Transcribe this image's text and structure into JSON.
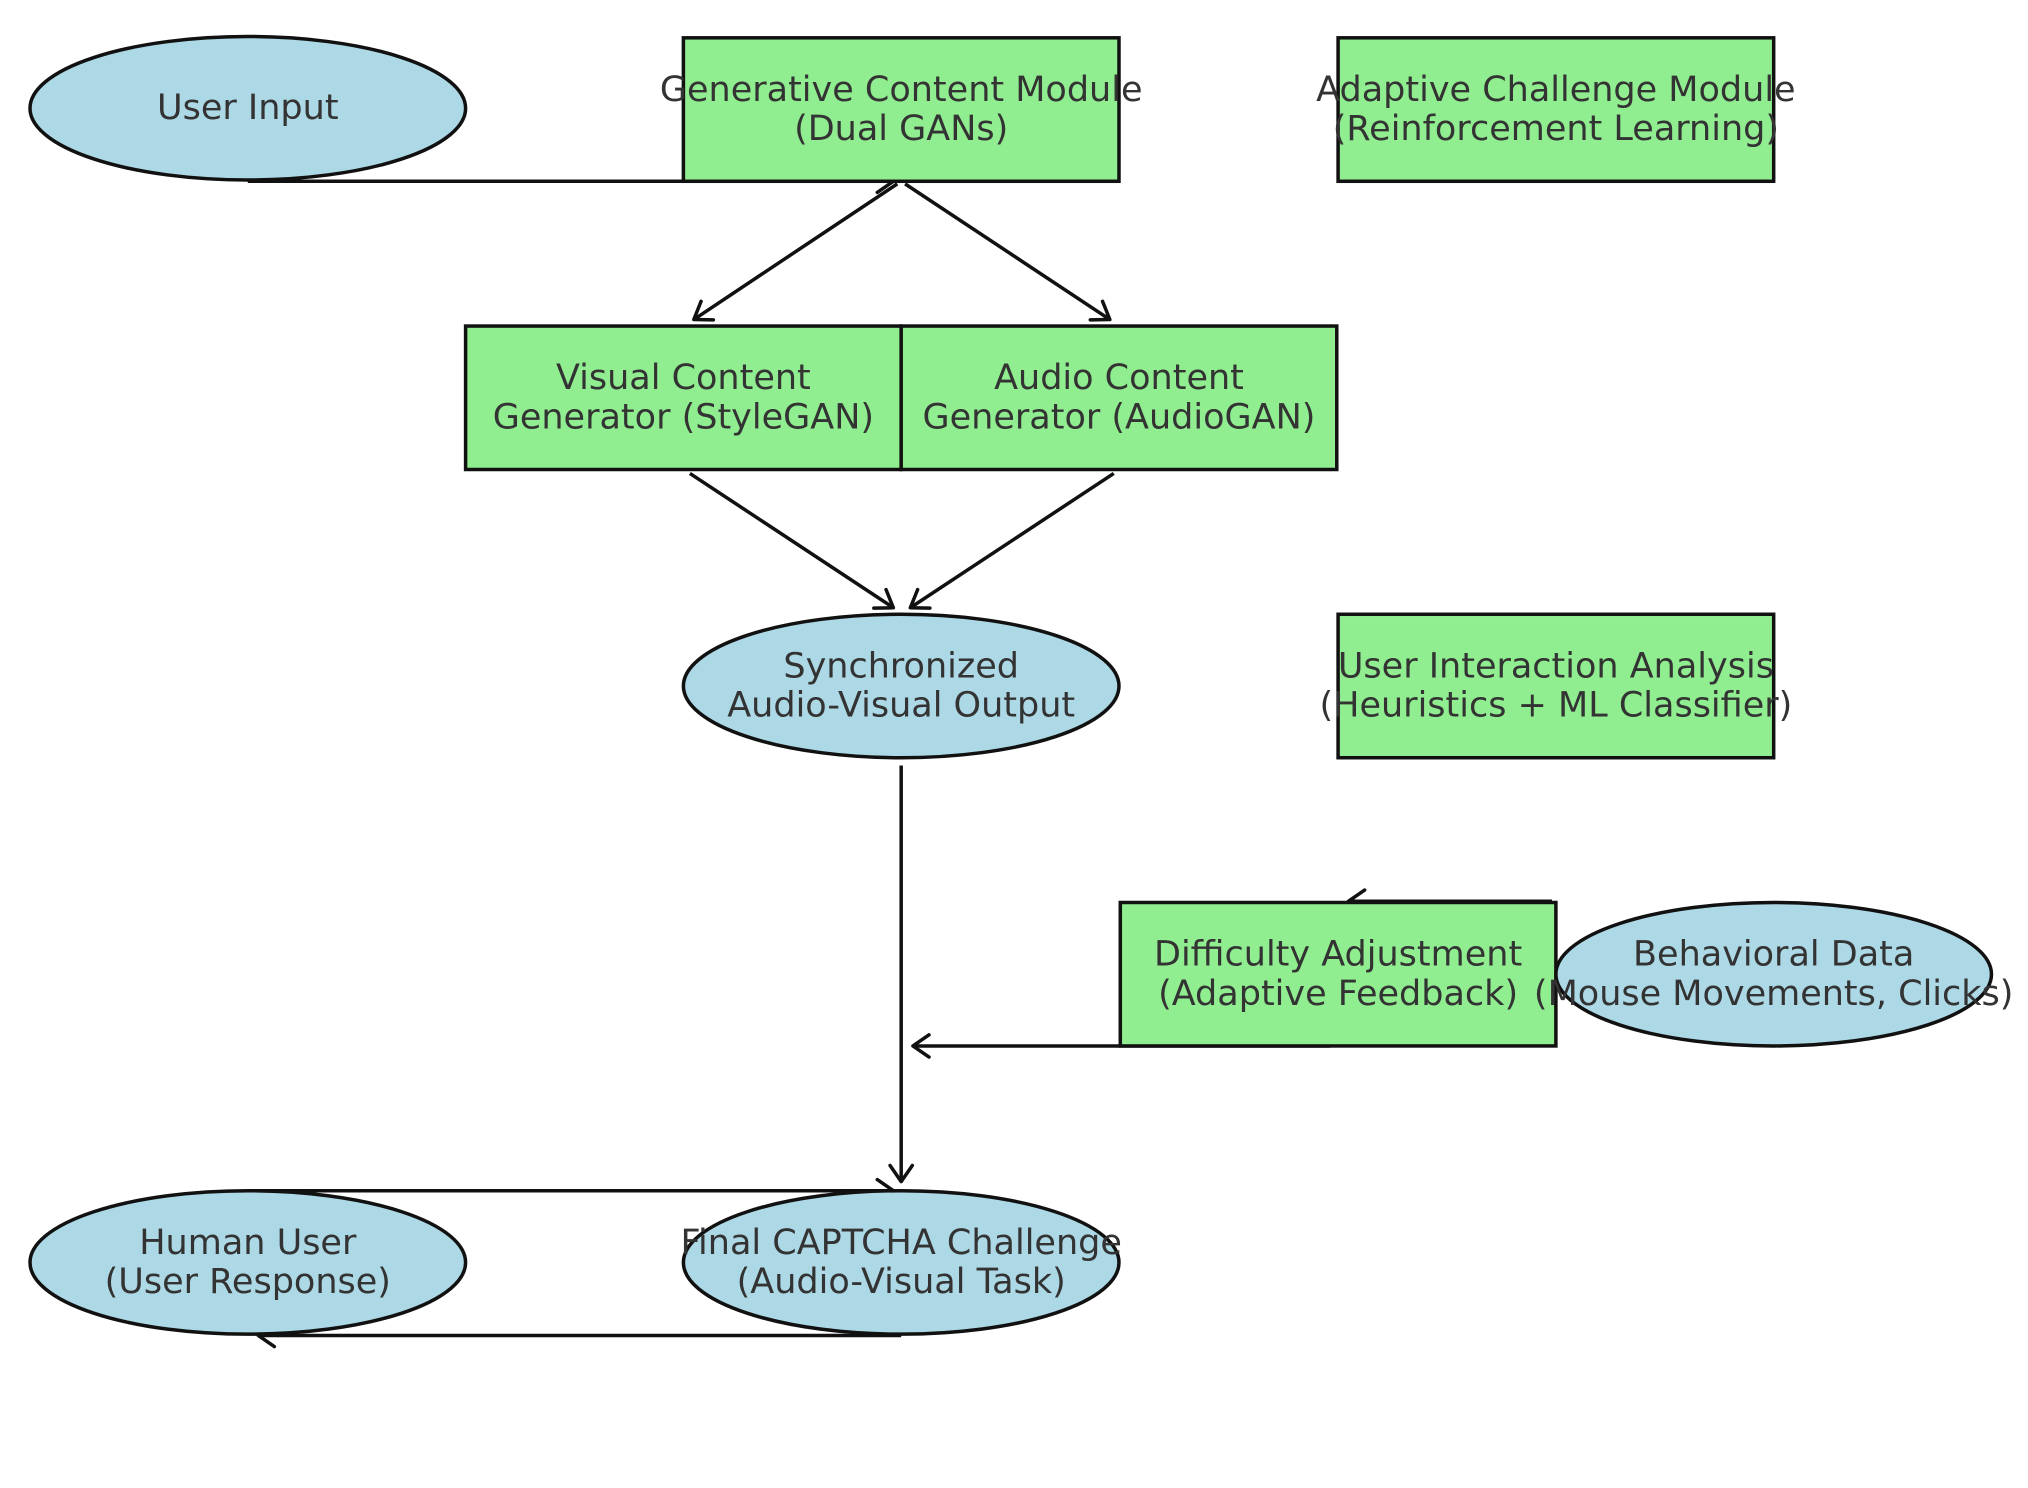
{
  "colors": {
    "process_fill": "#90ee90",
    "io_fill": "#add8e6",
    "stroke": "#111111",
    "text": "#333333"
  },
  "nodes": {
    "user_input": {
      "shape": "ellipse",
      "lines": [
        "User Input"
      ]
    },
    "generative_module": {
      "shape": "box",
      "lines": [
        "Generative Content Module",
        "(Dual GANs)"
      ]
    },
    "adaptive_module": {
      "shape": "box",
      "lines": [
        "Adaptive Challenge Module",
        "(Reinforcement Learning)"
      ]
    },
    "visual_generator": {
      "shape": "box",
      "lines": [
        "Visual Content",
        "Generator (StyleGAN)"
      ]
    },
    "audio_generator": {
      "shape": "box",
      "lines": [
        "Audio Content",
        "Generator (AudioGAN)"
      ]
    },
    "sync_output": {
      "shape": "ellipse",
      "lines": [
        "Synchronized",
        "Audio-Visual Output"
      ]
    },
    "interaction_analysis": {
      "shape": "box",
      "lines": [
        "User Interaction Analysis",
        "(Heuristics + ML Classifier)"
      ]
    },
    "difficulty_adjustment": {
      "shape": "box",
      "lines": [
        "Difficulty Adjustment",
        "(Adaptive Feedback)"
      ]
    },
    "behavioral_data": {
      "shape": "ellipse",
      "lines": [
        "Behavioral Data",
        "(Mouse Movements, Clicks)"
      ]
    },
    "human_user": {
      "shape": "ellipse",
      "lines": [
        "Human User",
        "(User Response)"
      ]
    },
    "final_captcha": {
      "shape": "ellipse",
      "lines": [
        "Final CAPTCHA Challenge",
        "(Audio-Visual Task)"
      ]
    }
  },
  "edges": [
    {
      "from": "user_input",
      "to": "generative_module"
    },
    {
      "from": "generative_module",
      "to": "visual_generator"
    },
    {
      "from": "generative_module",
      "to": "audio_generator"
    },
    {
      "from": "visual_generator",
      "to": "sync_output"
    },
    {
      "from": "audio_generator",
      "to": "sync_output"
    },
    {
      "from": "sync_output",
      "to": "final_captcha"
    },
    {
      "from": "difficulty_adjustment",
      "to": "final_captcha"
    },
    {
      "from": "behavioral_data",
      "to": "difficulty_adjustment"
    },
    {
      "from": "interaction_analysis",
      "to": "adaptive_module"
    },
    {
      "from": "human_user",
      "to": "final_captcha"
    },
    {
      "from": "final_captcha",
      "to": "human_user"
    }
  ]
}
